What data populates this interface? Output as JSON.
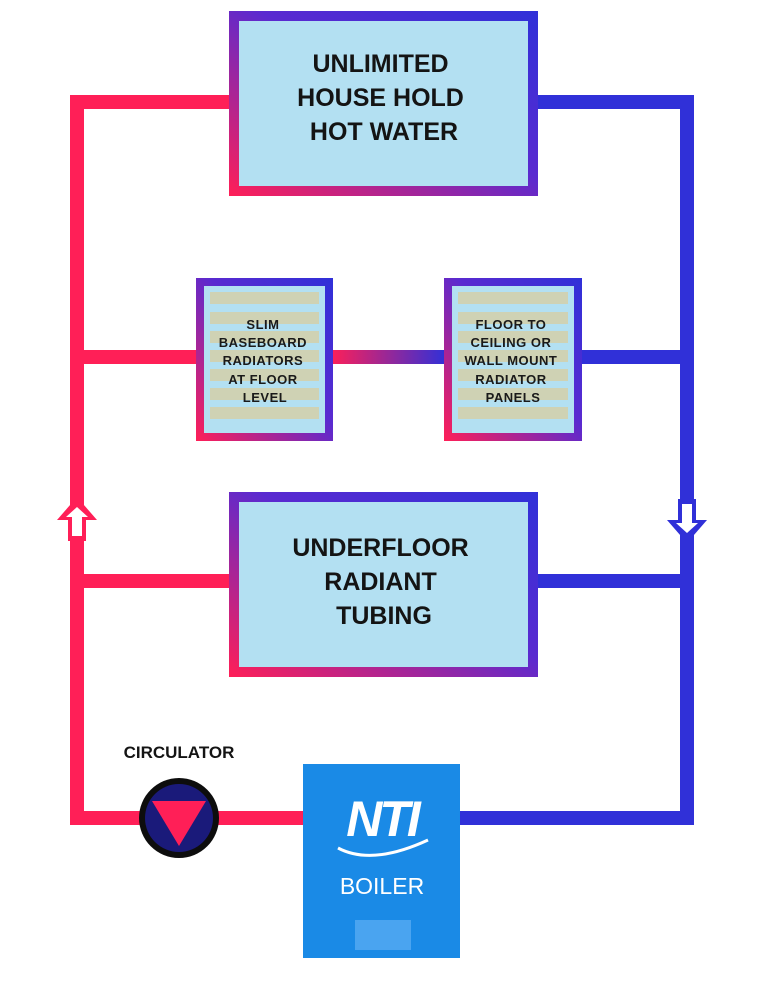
{
  "colors": {
    "supply": "#ff1f57",
    "return": "#3030d8",
    "box_fill": "#b3e0f2",
    "radiator_stripe": "#cfd2b4",
    "boiler_blue": "#1a8ae6",
    "circulator_ring": "#1a1a7a",
    "circulator_triangle": "#ff1f57"
  },
  "diagram": {
    "hot_water_box": {
      "lines": [
        "UNLIMITED",
        "HOUSE HOLD",
        "HOT WATER"
      ]
    },
    "baseboard_radiator": {
      "lines": [
        "SLIM",
        "BASEBOARD",
        "RADIATORS",
        "AT FLOOR",
        "LEVEL"
      ]
    },
    "panel_radiator": {
      "lines": [
        "FLOOR TO",
        "CEILING OR",
        "WALL MOUNT",
        "RADIATOR",
        "PANELS"
      ]
    },
    "underfloor_box": {
      "lines": [
        "UNDERFLOOR",
        "RADIANT",
        "TUBING"
      ]
    },
    "circulator_label": "CIRCULATOR",
    "boiler": {
      "logo": "NTI",
      "label": "BOILER"
    },
    "flow_arrows": {
      "supply_direction": "up",
      "return_direction": "down"
    }
  }
}
